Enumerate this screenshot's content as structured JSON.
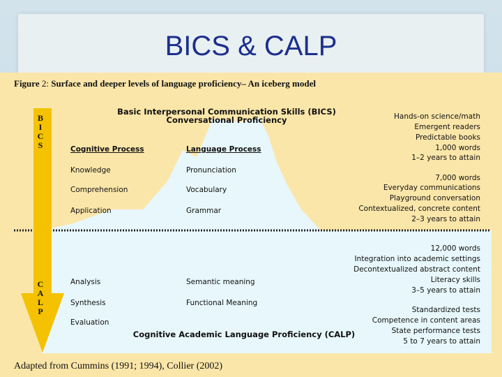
{
  "slide": {
    "title": "BICS & CALP"
  },
  "figure": {
    "caption_label": "Figure",
    "caption_num": "2:",
    "caption_text": "Surface and deeper levels of language proficiency– An iceberg model",
    "bics_title_1": "Basic Interpersonal Communication Skills (BICS)",
    "bics_title_2": "Conversational Proficiency",
    "calp_title": "Cognitive Academic Language Proficiency (CALP)",
    "bics_letters": [
      "B",
      "I",
      "C",
      "S"
    ],
    "calp_letters": [
      "C",
      "A",
      "L",
      "P"
    ],
    "cognitive_header": "Cognitive Process",
    "language_header": "Language Process",
    "cognitive_items": [
      "Knowledge",
      "Comprehension",
      "Application",
      "Analysis",
      "Synthesis",
      "Evaluation"
    ],
    "language_items": [
      "Pronunciation",
      "Vocabulary",
      "Grammar",
      "Semantic meaning",
      "Functional Meaning"
    ],
    "right_notes": [
      "Hands-on science/math",
      "Emergent readers",
      "Predictable books",
      "1,000 words",
      "1–2 years to attain",
      "7,000 words",
      "Everyday communications",
      "Playground conversation",
      "Contextualized, concrete content",
      "2–3 years to attain",
      "12,000 words",
      "Integration into academic settings",
      "Decontextualized abstract content",
      "Literacy skills",
      "3–5 years to attain",
      "Standardized tests",
      "Competence in content areas",
      "State performance tests",
      "5 to 7 years to attain"
    ],
    "source": "Adapted from Cummins (1991; 1994), Collier (2002)"
  },
  "colors": {
    "title": "#1c2f8e",
    "ice": "#e7f7fb",
    "arrow": "#f4c200",
    "background": "#fbe6a9"
  }
}
